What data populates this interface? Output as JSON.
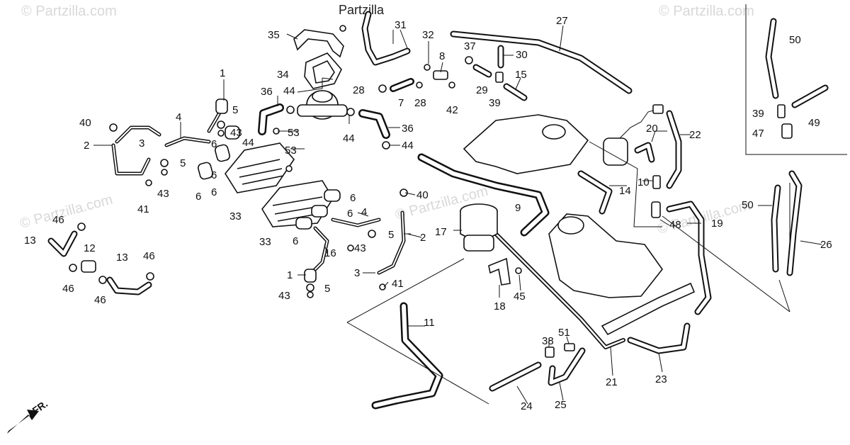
{
  "watermarks": [
    "© Partzilla.com",
    "© Partzilla.com",
    "© Partzilla.com",
    "© Partzilla.com",
    "© Partzilla.com"
  ],
  "watermark_brand": "Partzilla",
  "front_label": "FR.",
  "callouts": [
    "1",
    "2",
    "3",
    "4",
    "5",
    "6",
    "7",
    "8",
    "9",
    "10",
    "11",
    "12",
    "13",
    "14",
    "15",
    "16",
    "17",
    "18",
    "19",
    "20",
    "21",
    "22",
    "23",
    "24",
    "25",
    "26",
    "27",
    "28",
    "29",
    "30",
    "31",
    "32",
    "33",
    "34",
    "35",
    "36",
    "37",
    "38",
    "39",
    "40",
    "41",
    "42",
    "43",
    "44",
    "45",
    "46",
    "47",
    "48",
    "49",
    "50",
    "51",
    "53"
  ]
}
